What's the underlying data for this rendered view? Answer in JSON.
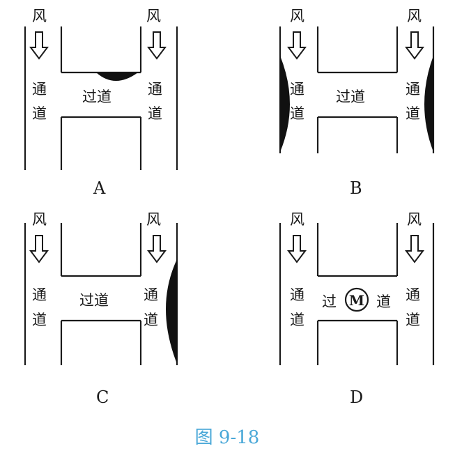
{
  "labels": {
    "wind": "风",
    "channel_top": "通",
    "channel_bottom": "道",
    "corridor": "过道",
    "corridor_left": "过",
    "corridor_right": "道",
    "motor": "M"
  },
  "panels": [
    {
      "option": "A",
      "deposit": "corridor-top"
    },
    {
      "option": "B",
      "deposit": "both-outer-walls"
    },
    {
      "option": "C",
      "deposit": "right-outer-wall"
    },
    {
      "option": "D",
      "deposit": "motor-in-corridor"
    }
  ],
  "caption": "图 9-18"
}
